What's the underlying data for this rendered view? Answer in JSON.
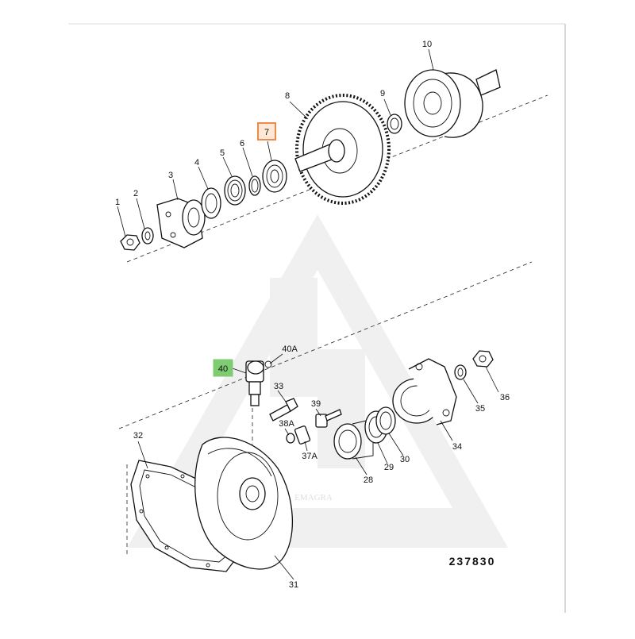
{
  "diagram": {
    "drawing_number": "237830",
    "watermark_text": "EMAGRA",
    "highlight_colors": {
      "orange": "#f08a4b",
      "green": "#7ecb72"
    },
    "callouts": {
      "c1": "1",
      "c2": "2",
      "c3": "3",
      "c4": "4",
      "c5": "5",
      "c6": "6",
      "c7": "7",
      "c8": "8",
      "c9": "9",
      "c10": "10",
      "c28": "28",
      "c29": "29",
      "c30": "30",
      "c31": "31",
      "c32": "32",
      "c33": "33",
      "c34": "34",
      "c35": "35",
      "c36": "36",
      "c37A": "37A",
      "c38A": "38A",
      "c39": "39",
      "c40": "40",
      "c40A": "40A"
    }
  }
}
